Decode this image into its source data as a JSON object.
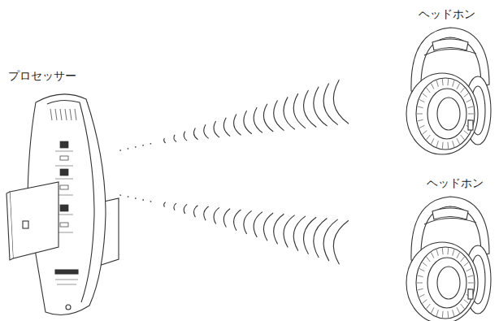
{
  "diagram": {
    "nodes": [
      {
        "text": [
          "プロセッサー"
        ]
      },
      {
        "text": [
          "ヘッドホン"
        ]
      },
      {
        "text": [
          "ヘッドホン"
        ]
      }
    ],
    "edges": [
      {
        "from": 0,
        "to": 1,
        "arrow": "none"
      },
      {
        "from": 0,
        "to": 2,
        "arrow": "none"
      }
    ]
  }
}
